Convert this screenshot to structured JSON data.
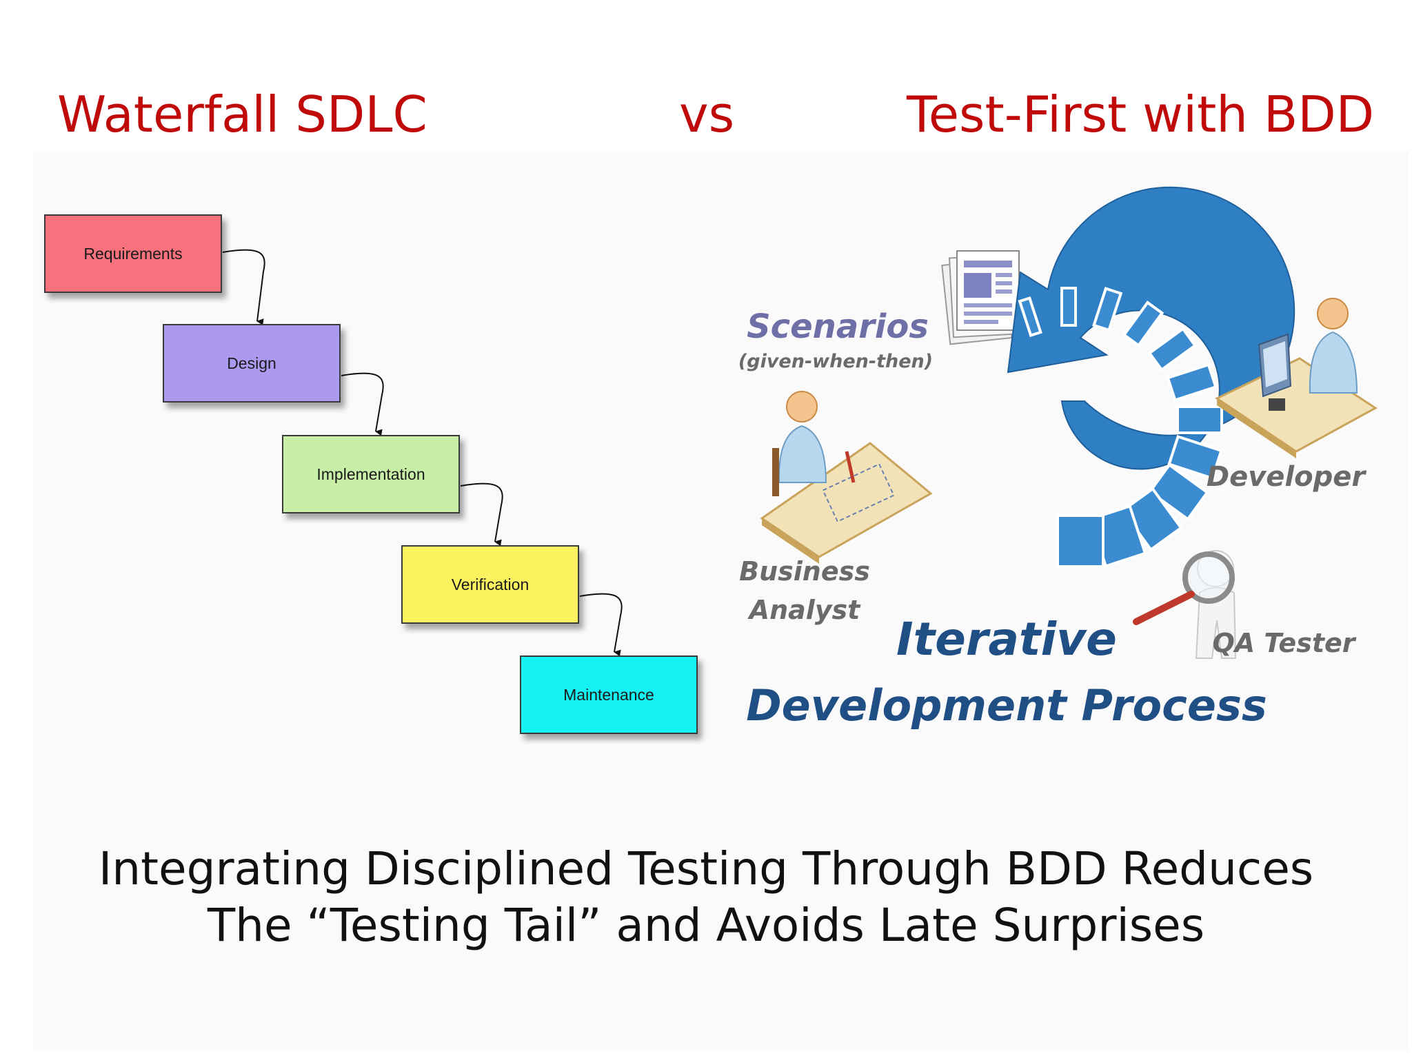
{
  "titles": {
    "left": "Waterfall SDLC",
    "middle": "vs",
    "right": "Test-First with BDD"
  },
  "waterfall": {
    "stages": [
      {
        "label": "Requirements",
        "color": "#f7727d"
      },
      {
        "label": "Design",
        "color": "#ab9af0"
      },
      {
        "label": "Implementation",
        "color": "#c9eea8"
      },
      {
        "label": "Verification",
        "color": "#fbf25f"
      },
      {
        "label": "Maintenance",
        "color": "#14f2f4"
      }
    ]
  },
  "bdd": {
    "scenarios_title": "Scenarios",
    "scenarios_sub": "(given-when-then)",
    "business_analyst_line1": "Business",
    "business_analyst_line2": "Analyst",
    "developer": "Developer",
    "qa_tester": "QA Tester",
    "process_line1": "Iterative",
    "process_line2": "Development Process"
  },
  "caption": {
    "line1": "Integrating Disciplined Testing Through BDD Reduces",
    "line2": "The “Testing Tail” and Avoids Late Surprises"
  },
  "colors": {
    "title_red": "#c00a0a",
    "cycle_blue": "#2f7fc4",
    "process_text": "#1f4f84",
    "role_text": "#6a6a6a",
    "scenarios_text": "#6f6fa8"
  }
}
